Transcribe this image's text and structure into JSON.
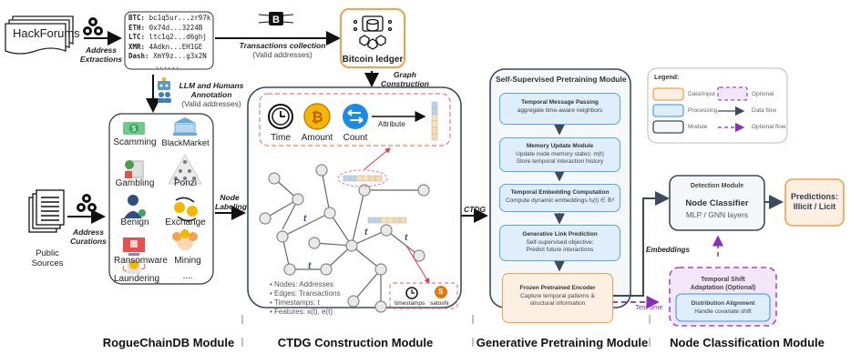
{
  "sources": {
    "hackforums": "HackForums",
    "public_sources": "Public Sources",
    "address_extractions": [
      "Address",
      "Extractions"
    ],
    "address_curations": [
      "Address",
      "Curations"
    ]
  },
  "addresses": [
    {
      "coin": "BTC:",
      "addr": "bc1q5ur...zr97k"
    },
    {
      "coin": "ETH:",
      "addr": "0x74d...3224B"
    },
    {
      "coin": "LTC:",
      "addr": "ltc1q2...d6ghj"
    },
    {
      "coin": "XMR:",
      "addr": "4Adkn...EH1GE"
    },
    {
      "coin": "Dash:",
      "addr": "XmY9z...g3x2N"
    }
  ],
  "addresses_more": "......",
  "transactions": {
    "label": "Transactions collection",
    "sub": "(Valid addresses)"
  },
  "bitcoin_ledger": "Bitcoin ledger",
  "graph_construction": [
    "Graph",
    "Construction"
  ],
  "annotation": {
    "line1": "LLM and Humans",
    "line2": "Annotation",
    "sub": "(Valid addresses)"
  },
  "categories": [
    "Scamming",
    "BlackMarket",
    "Gambling",
    "Ponzi",
    "Benign",
    "Exchange",
    "Ransomware",
    "Mining",
    "Laundering",
    "...."
  ],
  "node_labeling": [
    "Node",
    "Labeling"
  ],
  "ctdg": {
    "attrs": [
      "Time",
      "Amount",
      "Count"
    ],
    "attribute_label": "Attribute",
    "edge_label": "t",
    "bullets": [
      "• Nodes: Addresses",
      "• Edges: Transactions",
      "• Timestamps: t",
      "• Features: x(t), e(t)"
    ],
    "edge_attrs": [
      "timestamps",
      "satoshi"
    ],
    "satoshi_glyph": "S"
  },
  "ctdg_arrow": "CTDG",
  "pretraining": {
    "title": "Self-Supervised Pretraining Module",
    "steps": [
      {
        "title": "Temporal Message Passing",
        "lines": [
          "aggregate time-aware neighbors"
        ]
      },
      {
        "title": "Memory Update Module",
        "lines": [
          "Update node memory states: m(t)",
          "Store temporal interaction history"
        ]
      },
      {
        "title": "Temporal Embedding Computation",
        "lines": [
          "Compute dynamic embeddings hᵢ(t) ∈ ℝᵈ"
        ]
      },
      {
        "title": "Generative Link Prediction",
        "lines": [
          "Self-supervised objective:",
          "Predict future interactions"
        ]
      }
    ],
    "encoder": {
      "title": "Frozen Pretrained Encoder",
      "lines": [
        "Capture temporal patterns &",
        "structural information"
      ]
    }
  },
  "legend": {
    "title": "Legend:",
    "items": [
      "Data/Input",
      "Optional",
      "Processing",
      "Data flow",
      "Module",
      "Optional flow"
    ]
  },
  "detection": {
    "header": "Detection Module",
    "title": "Node Classifier",
    "sub": "MLP / GNN layers"
  },
  "predictions": [
    "Predictions:",
    "Illicit / Licit"
  ],
  "embeddings_label": "Embeddings",
  "test_time_label": "Test-time",
  "shift": {
    "title": [
      "Temporal Shift",
      "Adaptation (Optional)"
    ],
    "inner_title": "Distribution Alignment",
    "inner_sub": "Handle covariate shift"
  },
  "modules": [
    "RogueChainDB Module",
    "CTDG Construction Module",
    "Generative Pretraining Module",
    "Node Classification Module"
  ],
  "colors": {
    "data_input": "#f5a04a",
    "processing": "#5ba4e6",
    "module": "#3d4a5c",
    "optional": "#9b4fc4",
    "red_dashed": "#f07a7a"
  }
}
